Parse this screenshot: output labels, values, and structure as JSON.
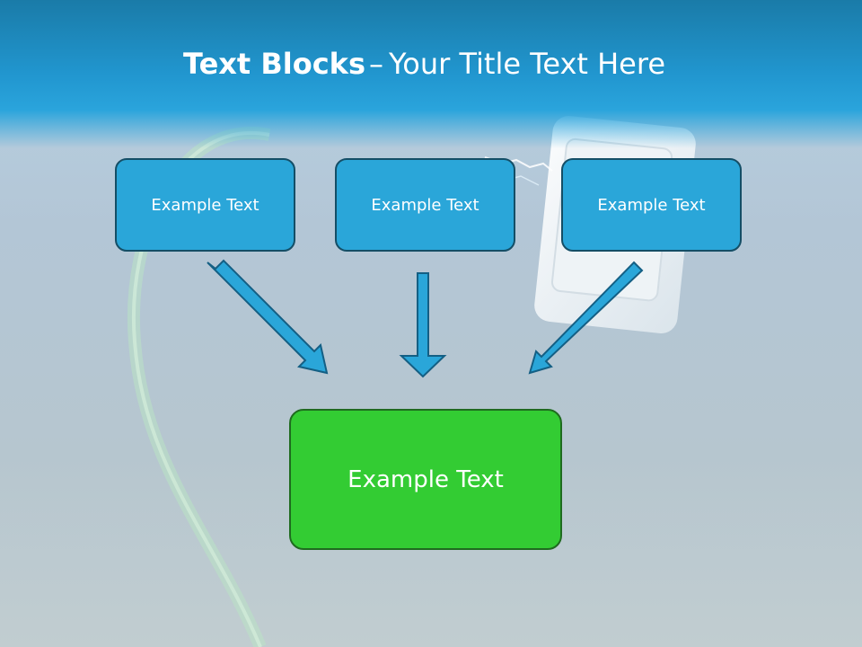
{
  "slide": {
    "title_bold": "Text Blocks",
    "title_dash": "–",
    "title_rest": "Your Title Text Here"
  },
  "blocks": [
    {
      "label": "Example Text"
    },
    {
      "label": "Example Text"
    },
    {
      "label": "Example Text"
    }
  ],
  "target": {
    "label": "Example Text"
  },
  "colors": {
    "box_blue": "#2aa6d9",
    "box_blue_border": "#144e66",
    "arrow_fill": "#2aa6d9",
    "box_green": "#33cc33",
    "box_green_border": "#1f6b1f",
    "header": "#2196cf"
  }
}
